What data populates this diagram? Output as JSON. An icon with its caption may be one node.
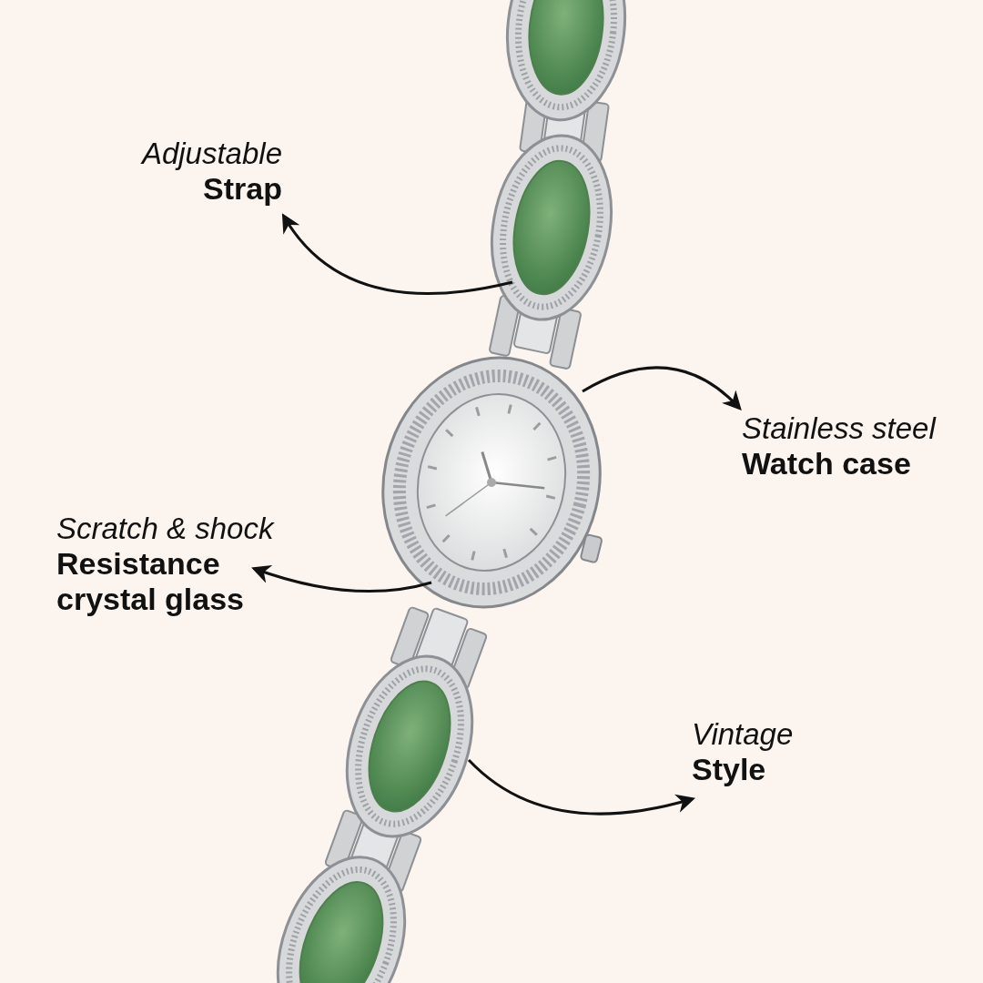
{
  "diagram": {
    "nodes": [
      {
        "text": [
          "Adjustable",
          "Strap"
        ]
      },
      {
        "text": [],
        "shape": "picture"
      },
      {
        "text": [
          "Stainless steel",
          "Watch case"
        ]
      },
      {
        "text": [],
        "shape": "picture"
      },
      {
        "text": [
          "Scratch & shock",
          "Resistance crystal glass"
        ]
      },
      {
        "text": [],
        "shape": "picture",
        "in": 3
      },
      {
        "text": [
          "Vintage",
          "Style"
        ]
      },
      {
        "text": [],
        "shape": "picture"
      }
    ],
    "edges": [
      {
        "from": 1,
        "to": 0,
        "arrow": "to"
      },
      {
        "from": 3,
        "to": 2,
        "arrow": "to"
      },
      {
        "from": 5,
        "to": 4,
        "arrow": "to"
      },
      {
        "from": 7,
        "to": 6,
        "arrow": "to"
      }
    ]
  }
}
